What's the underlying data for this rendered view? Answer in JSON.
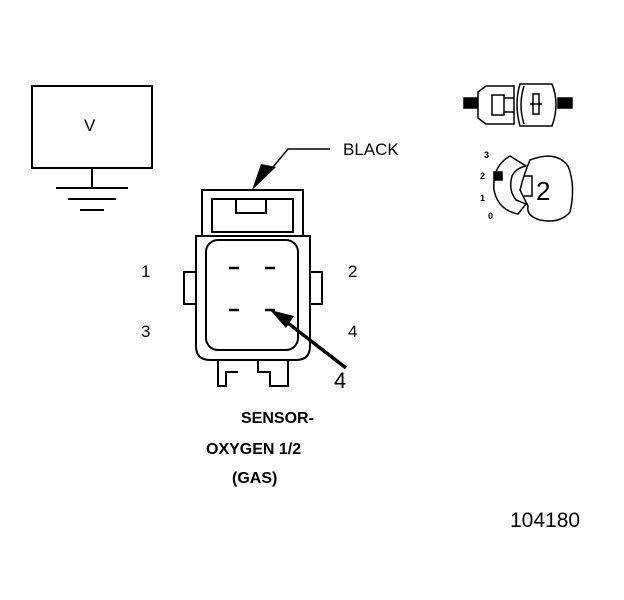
{
  "meter": {
    "label": "V"
  },
  "callout": {
    "wire_color": "BLACK",
    "probe_pin": "4"
  },
  "connector": {
    "pins": {
      "p1": "1",
      "p2": "2",
      "p3": "3",
      "p4": "4"
    },
    "title_lines": [
      "SENSOR-",
      "OXYGEN 1/2",
      "(GAS)"
    ]
  },
  "position_gauge": {
    "scale": [
      "3",
      "2",
      "1",
      "0"
    ],
    "selected": "2"
  },
  "figure_number": "104180"
}
